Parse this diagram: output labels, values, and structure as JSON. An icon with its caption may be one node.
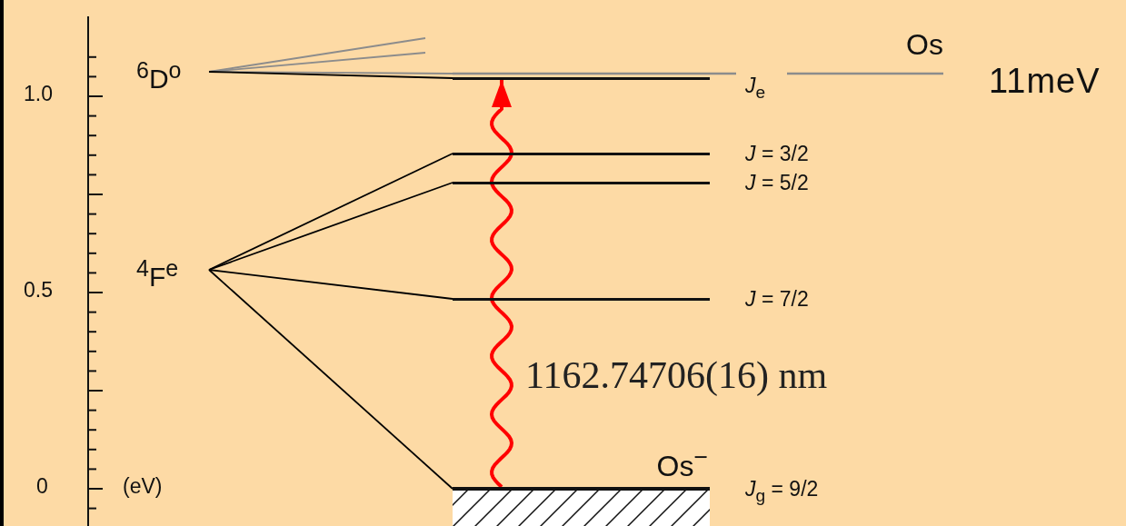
{
  "diagram": {
    "nodes": [
      {
        "text": [
          "$^{6}$D$^{o}$"
        ]
      },
      {
        "text": [
          "$^{4}$F$^{e}$"
        ]
      },
      {
        "text": [
          "Os"
        ]
      },
      {
        "text": [],
        "shape": "bar"
      },
      {
        "text": [],
        "shape": "bar",
        "beside": [
          "*J* = 3/2"
        ]
      },
      {
        "text": [],
        "shape": "bar",
        "beside": [
          "*J* = 5/2"
        ]
      },
      {
        "text": [],
        "shape": "bar",
        "beside": [
          "*J* = 7/2"
        ]
      },
      {
        "text": [
          "Os$^{−}$"
        ],
        "beside": [
          "*J*$_{g}$ = 9/2"
        ]
      }
    ],
    "edges": [
      {
        "from": 0,
        "to": null,
        "arrow": "none",
        "color": "#8c8c8c"
      },
      {
        "from": 0,
        "to": null,
        "arrow": "none",
        "color": "#8c8c8c"
      },
      {
        "from": 0,
        "to": 2,
        "arrow": "none",
        "color": "#8c8c8c"
      },
      {
        "from": 0,
        "to": 3,
        "arrow": "none"
      },
      {
        "from": 1,
        "to": 4,
        "arrow": "none"
      },
      {
        "from": 1,
        "to": 5,
        "arrow": "none"
      },
      {
        "from": 1,
        "to": 6,
        "arrow": "none"
      },
      {
        "from": 1,
        "to": 7,
        "arrow": "none"
      },
      {
        "from": 7,
        "to": 3,
        "arrow": "to",
        "label": "1162.74706(16) nm",
        "color": "#ff0000",
        "style": "thick"
      }
    ],
    "labels": [
      "11meV",
      "*J*$_{e}$",
      "1.0",
      "0.5",
      "0",
      "(eV)"
    ]
  }
}
